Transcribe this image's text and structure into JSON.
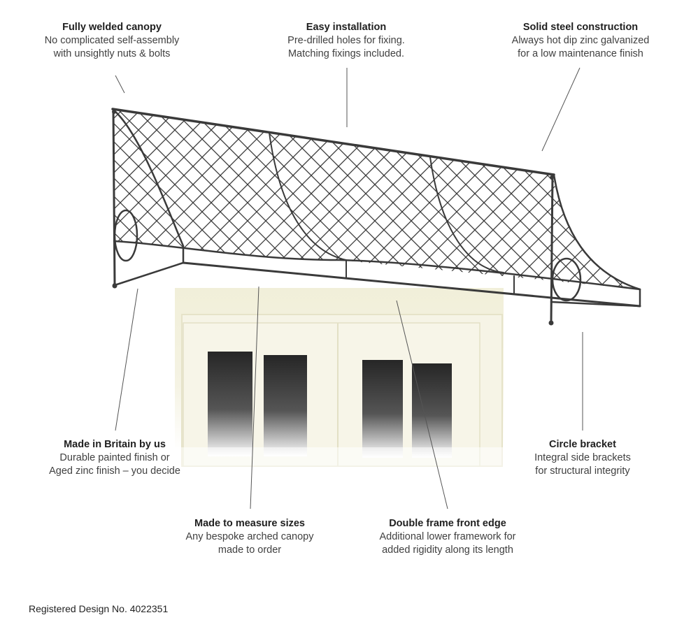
{
  "callouts": {
    "welded": {
      "title": "Fully welded canopy",
      "lines": [
        "No complicated self-assembly",
        "with unsightly nuts & bolts"
      ]
    },
    "installation": {
      "title": "Easy installation",
      "lines": [
        "Pre-drilled holes for fixing.",
        "Matching fixings included."
      ]
    },
    "steel": {
      "title": "Solid steel construction",
      "lines": [
        "Always hot dip zinc galvanized",
        "for a low maintenance finish"
      ]
    },
    "britain": {
      "title": "Made in Britain by us",
      "lines": [
        "Durable painted finish or",
        "Aged zinc finish – you decide"
      ]
    },
    "circle": {
      "title": "Circle bracket",
      "lines": [
        "Integral side brackets",
        "for structural integrity"
      ]
    },
    "measure": {
      "title": "Made to measure sizes",
      "lines": [
        "Any bespoke arched canopy",
        "made to order"
      ]
    },
    "frame": {
      "title": "Double frame front edge",
      "lines": [
        "Additional lower framework for",
        "added rigidity along its length"
      ]
    }
  },
  "footer": {
    "registered": "Registered Design No. 4022351"
  },
  "colors": {
    "metal": "#3a3a3a",
    "wall": "#f3f1dd",
    "glass": "#2b2b2b",
    "leader": "#555555"
  }
}
